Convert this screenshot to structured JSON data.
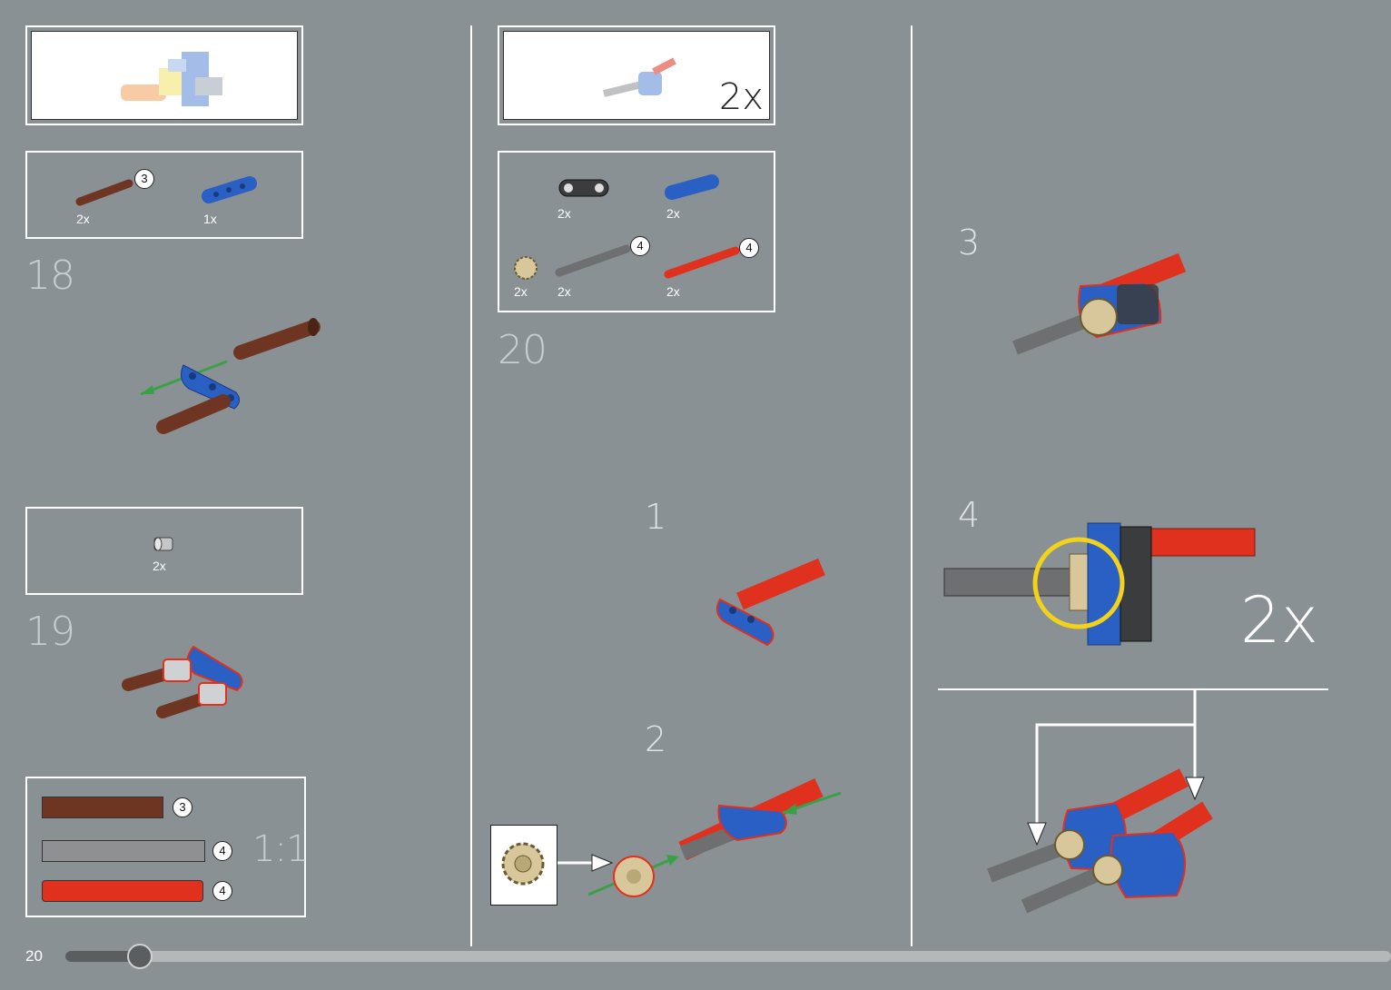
{
  "page": {
    "number": "20"
  },
  "steps": [
    {
      "number": "18",
      "parts": [
        {
          "qty": "2x",
          "length": "3"
        },
        {
          "qty": "1x"
        }
      ]
    },
    {
      "number": "19",
      "parts": [
        {
          "qty": "2x"
        }
      ]
    },
    {
      "number": "20",
      "multiplier": "2x",
      "parts": [
        {
          "qty": "2x"
        },
        {
          "qty": "2x"
        },
        {
          "qty": "2x"
        },
        {
          "qty": "2x",
          "length": "4"
        },
        {
          "qty": "2x",
          "length": "4"
        }
      ],
      "substeps": [
        "1",
        "2",
        "3",
        "4"
      ],
      "sub_multiplier": "2x"
    }
  ],
  "scale_reference": {
    "label": "1:1",
    "axles": [
      {
        "length": "3",
        "color": "#6e3622"
      },
      {
        "length": "4",
        "color": "#8e9092"
      },
      {
        "length": "4",
        "color": "#e0301e"
      }
    ]
  },
  "colors": {
    "background": "#8a9194",
    "blue": "#2a5fc4",
    "red": "#e0301e",
    "brown": "#6e3622",
    "gray": "#7a7c7e",
    "tan": "#d8c79a",
    "highlight": "#f2d21b",
    "arrow_green": "#3aa048"
  }
}
